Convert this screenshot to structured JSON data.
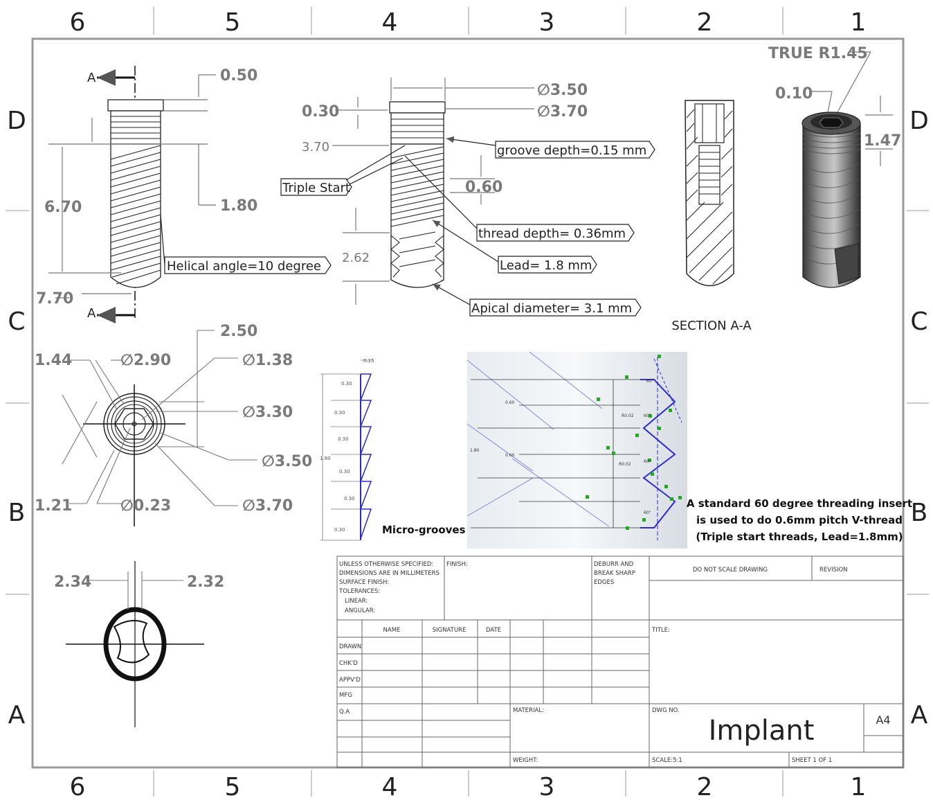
{
  "zones": {
    "columns": [
      "6",
      "5",
      "4",
      "3",
      "2",
      "1"
    ],
    "rows": [
      "D",
      "C",
      "B",
      "A"
    ]
  },
  "view1": {
    "dims": [
      "0.50",
      "6.70",
      "1.80",
      "7.70"
    ],
    "section_marks": [
      "A",
      "A"
    ],
    "callout": "Helical angle=10 degree"
  },
  "view2": {
    "dims": [
      "0.30",
      "3.70",
      "0.60",
      "2.62"
    ],
    "diameters": [
      "∅3.50",
      "∅3.70"
    ],
    "callouts": [
      "groove depth=0.15 mm",
      "Triple Start",
      "thread depth= 0.36mm",
      "Lead= 1.8 mm",
      "Apical diameter= 3.1 mm"
    ]
  },
  "section": {
    "label": "SECTION A-A"
  },
  "view3d": {
    "labels": [
      "TRUE R1.45",
      "0.10",
      "1.47"
    ]
  },
  "top_view": {
    "dims": [
      "1.44",
      "∅2.90",
      "2.50",
      "∅1.38",
      "∅3.30",
      "∅3.50",
      "1.21",
      "∅0.23",
      "∅3.70"
    ]
  },
  "bottom_view": {
    "dims": [
      "2.34",
      "2.32"
    ]
  },
  "microgrooves": {
    "label": "Micro-grooves",
    "values": [
      "0.15",
      "0.30",
      "0.30",
      "0.30",
      "0.30",
      "0.30",
      "0.30",
      "1.80"
    ]
  },
  "thread_detail": {
    "labels": [
      "0.60",
      "0.60",
      "1.80",
      "R0.02",
      "R0.02",
      "60°"
    ]
  },
  "note": {
    "lines": [
      "A standard 60 degree threading insert",
      "is used to do 0.6mm pitch V-thread",
      "(Triple start threads, Lead=1.8mm)"
    ]
  },
  "title_block": {
    "spec_lines": [
      "UNLESS OTHERWISE SPECIFIED:",
      "DIMENSIONS ARE IN MILLIMETERS",
      "SURFACE FINISH:",
      "TOLERANCES:",
      "LINEAR:",
      "ANGULAR:"
    ],
    "finish": "FINISH:",
    "deburr_lines": [
      "DEBURR AND",
      "BREAK SHARP",
      "EDGES"
    ],
    "do_not_scale": "DO NOT SCALE DRAWING",
    "revision": "REVISION",
    "col_headers": [
      "NAME",
      "SIGNATURE",
      "DATE"
    ],
    "row_labels": [
      "DRAWN",
      "CHK'D",
      "APPV'D",
      "MFG",
      "Q.A"
    ],
    "title_label": "TITLE:",
    "material": "MATERIAL:",
    "dwg_no": "DWG NO.",
    "dwg_name": "Implant",
    "size": "A4",
    "weight": "WEIGHT:",
    "scale": "SCALE:5:1",
    "sheet": "SHEET 1 OF 1"
  },
  "colors": {
    "border": "#9a9a9a",
    "dim": "#7a7a7a",
    "line": "#111111",
    "accent": "#2a2ad0",
    "point": "#22aa22"
  }
}
